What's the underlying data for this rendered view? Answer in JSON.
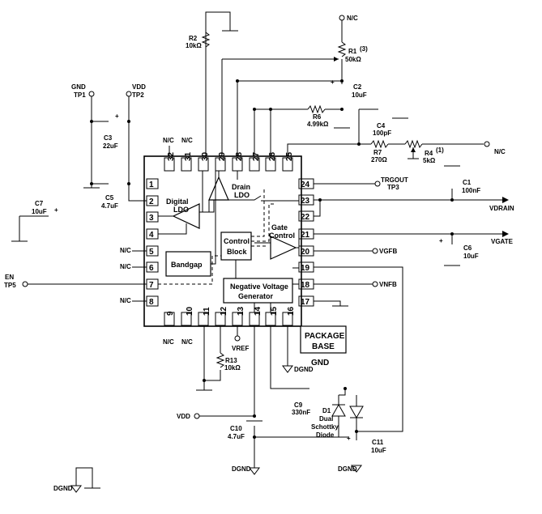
{
  "ic": {
    "pins": [
      {
        "n": "1"
      },
      {
        "n": "2"
      },
      {
        "n": "3"
      },
      {
        "n": "4"
      },
      {
        "n": "5"
      },
      {
        "n": "6"
      },
      {
        "n": "7"
      },
      {
        "n": "8"
      },
      {
        "n": "9"
      },
      {
        "n": "10"
      },
      {
        "n": "11"
      },
      {
        "n": "12"
      },
      {
        "n": "13"
      },
      {
        "n": "14"
      },
      {
        "n": "15"
      },
      {
        "n": "16"
      },
      {
        "n": "17"
      },
      {
        "n": "18"
      },
      {
        "n": "19"
      },
      {
        "n": "20"
      },
      {
        "n": "21"
      },
      {
        "n": "22"
      },
      {
        "n": "23"
      },
      {
        "n": "24"
      },
      {
        "n": "25"
      },
      {
        "n": "26"
      },
      {
        "n": "27"
      },
      {
        "n": "28"
      },
      {
        "n": "29"
      },
      {
        "n": "30"
      },
      {
        "n": "31"
      },
      {
        "n": "32"
      }
    ],
    "blocks": {
      "digital_ldo_1": "Digital",
      "digital_ldo_2": "LDO",
      "drain_ldo_1": "Drain",
      "drain_ldo_2": "LDO",
      "gate_control_1": "Gate",
      "gate_control_2": "Control",
      "control_block_1": "Control",
      "control_block_2": "Block",
      "bandgap": "Bandgap",
      "nvg_1": "Negative Voltage",
      "nvg_2": "Generator",
      "package_base_1": "PACKAGE",
      "package_base_2": "BASE",
      "gnd": "GND"
    }
  },
  "labels": {
    "nc": "N/C",
    "gnd_tp1_1": "GND",
    "gnd_tp1_2": "TP1",
    "vdd_tp2_1": "VDD",
    "vdd_tp2_2": "TP2",
    "en_1": "EN",
    "en_2": "TP5",
    "trgout_1": "TRGOUT",
    "trgout_2": "TP3",
    "vdrain": "VDRAIN",
    "vgate": "VGATE",
    "vgfb": "VGFB",
    "vnfb": "VNFB",
    "vref": "VREF",
    "vdd": "VDD",
    "dgnd": "DGND"
  },
  "components": {
    "r2": {
      "ref": "R2",
      "val": "10kΩ"
    },
    "r1": {
      "ref": "R1",
      "val": "50kΩ",
      "note": "(3)"
    },
    "c2": {
      "ref": "C2",
      "val": "10uF"
    },
    "r6": {
      "ref": "R6",
      "val": "4.99kΩ"
    },
    "c4": {
      "ref": "C4",
      "val": "100pF"
    },
    "r7": {
      "ref": "R7",
      "val": "270Ω"
    },
    "r4": {
      "ref": "R4",
      "val": "5kΩ",
      "note": "(1)"
    },
    "c3": {
      "ref": "C3",
      "val": "22uF"
    },
    "c5": {
      "ref": "C5",
      "val": "4.7uF"
    },
    "c7": {
      "ref": "C7",
      "val": "10uF"
    },
    "c1": {
      "ref": "C1",
      "val": "100nF"
    },
    "c6": {
      "ref": "C6",
      "val": "10uF"
    },
    "r13": {
      "ref": "R13",
      "val": "10kΩ"
    },
    "c9": {
      "ref": "C9",
      "val": "330nF"
    },
    "d1": {
      "ref": "D1",
      "l2": "Dual",
      "l3": "Schottky",
      "l4": "Diode"
    },
    "c10": {
      "ref": "C10",
      "val": "4.7uF"
    },
    "c11": {
      "ref": "C11",
      "val": "10uF"
    }
  }
}
